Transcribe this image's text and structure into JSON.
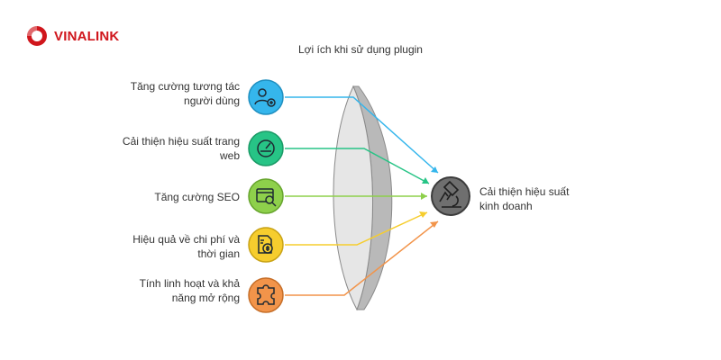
{
  "brand": {
    "name": "VINALINK",
    "color": "#d0161c"
  },
  "diagram": {
    "title": "Lợi ích khi sử dụng plugin",
    "benefits": [
      {
        "label": "Tăng cường tương tác người dùng",
        "icon": "user-add-icon",
        "color": "#35b6ec"
      },
      {
        "label": "Cải thiện hiệu suất trang web",
        "icon": "speedometer-icon",
        "color": "#27c486"
      },
      {
        "label": "Tăng cường SEO",
        "icon": "seo-search-icon",
        "color": "#8ed04b"
      },
      {
        "label": "Hiệu quả về chi phí và thời gian",
        "icon": "cost-time-icon",
        "color": "#f6cd2e"
      },
      {
        "label": "Tính linh hoạt và khả năng mở rộng",
        "icon": "puzzle-icon",
        "color": "#f2944a"
      }
    ],
    "result": {
      "label": "Cải thiện hiệu suất kinh doanh",
      "icon": "microscope-icon",
      "color": "#6f6f6f"
    },
    "lens": {
      "icon": "lens-shape"
    }
  }
}
